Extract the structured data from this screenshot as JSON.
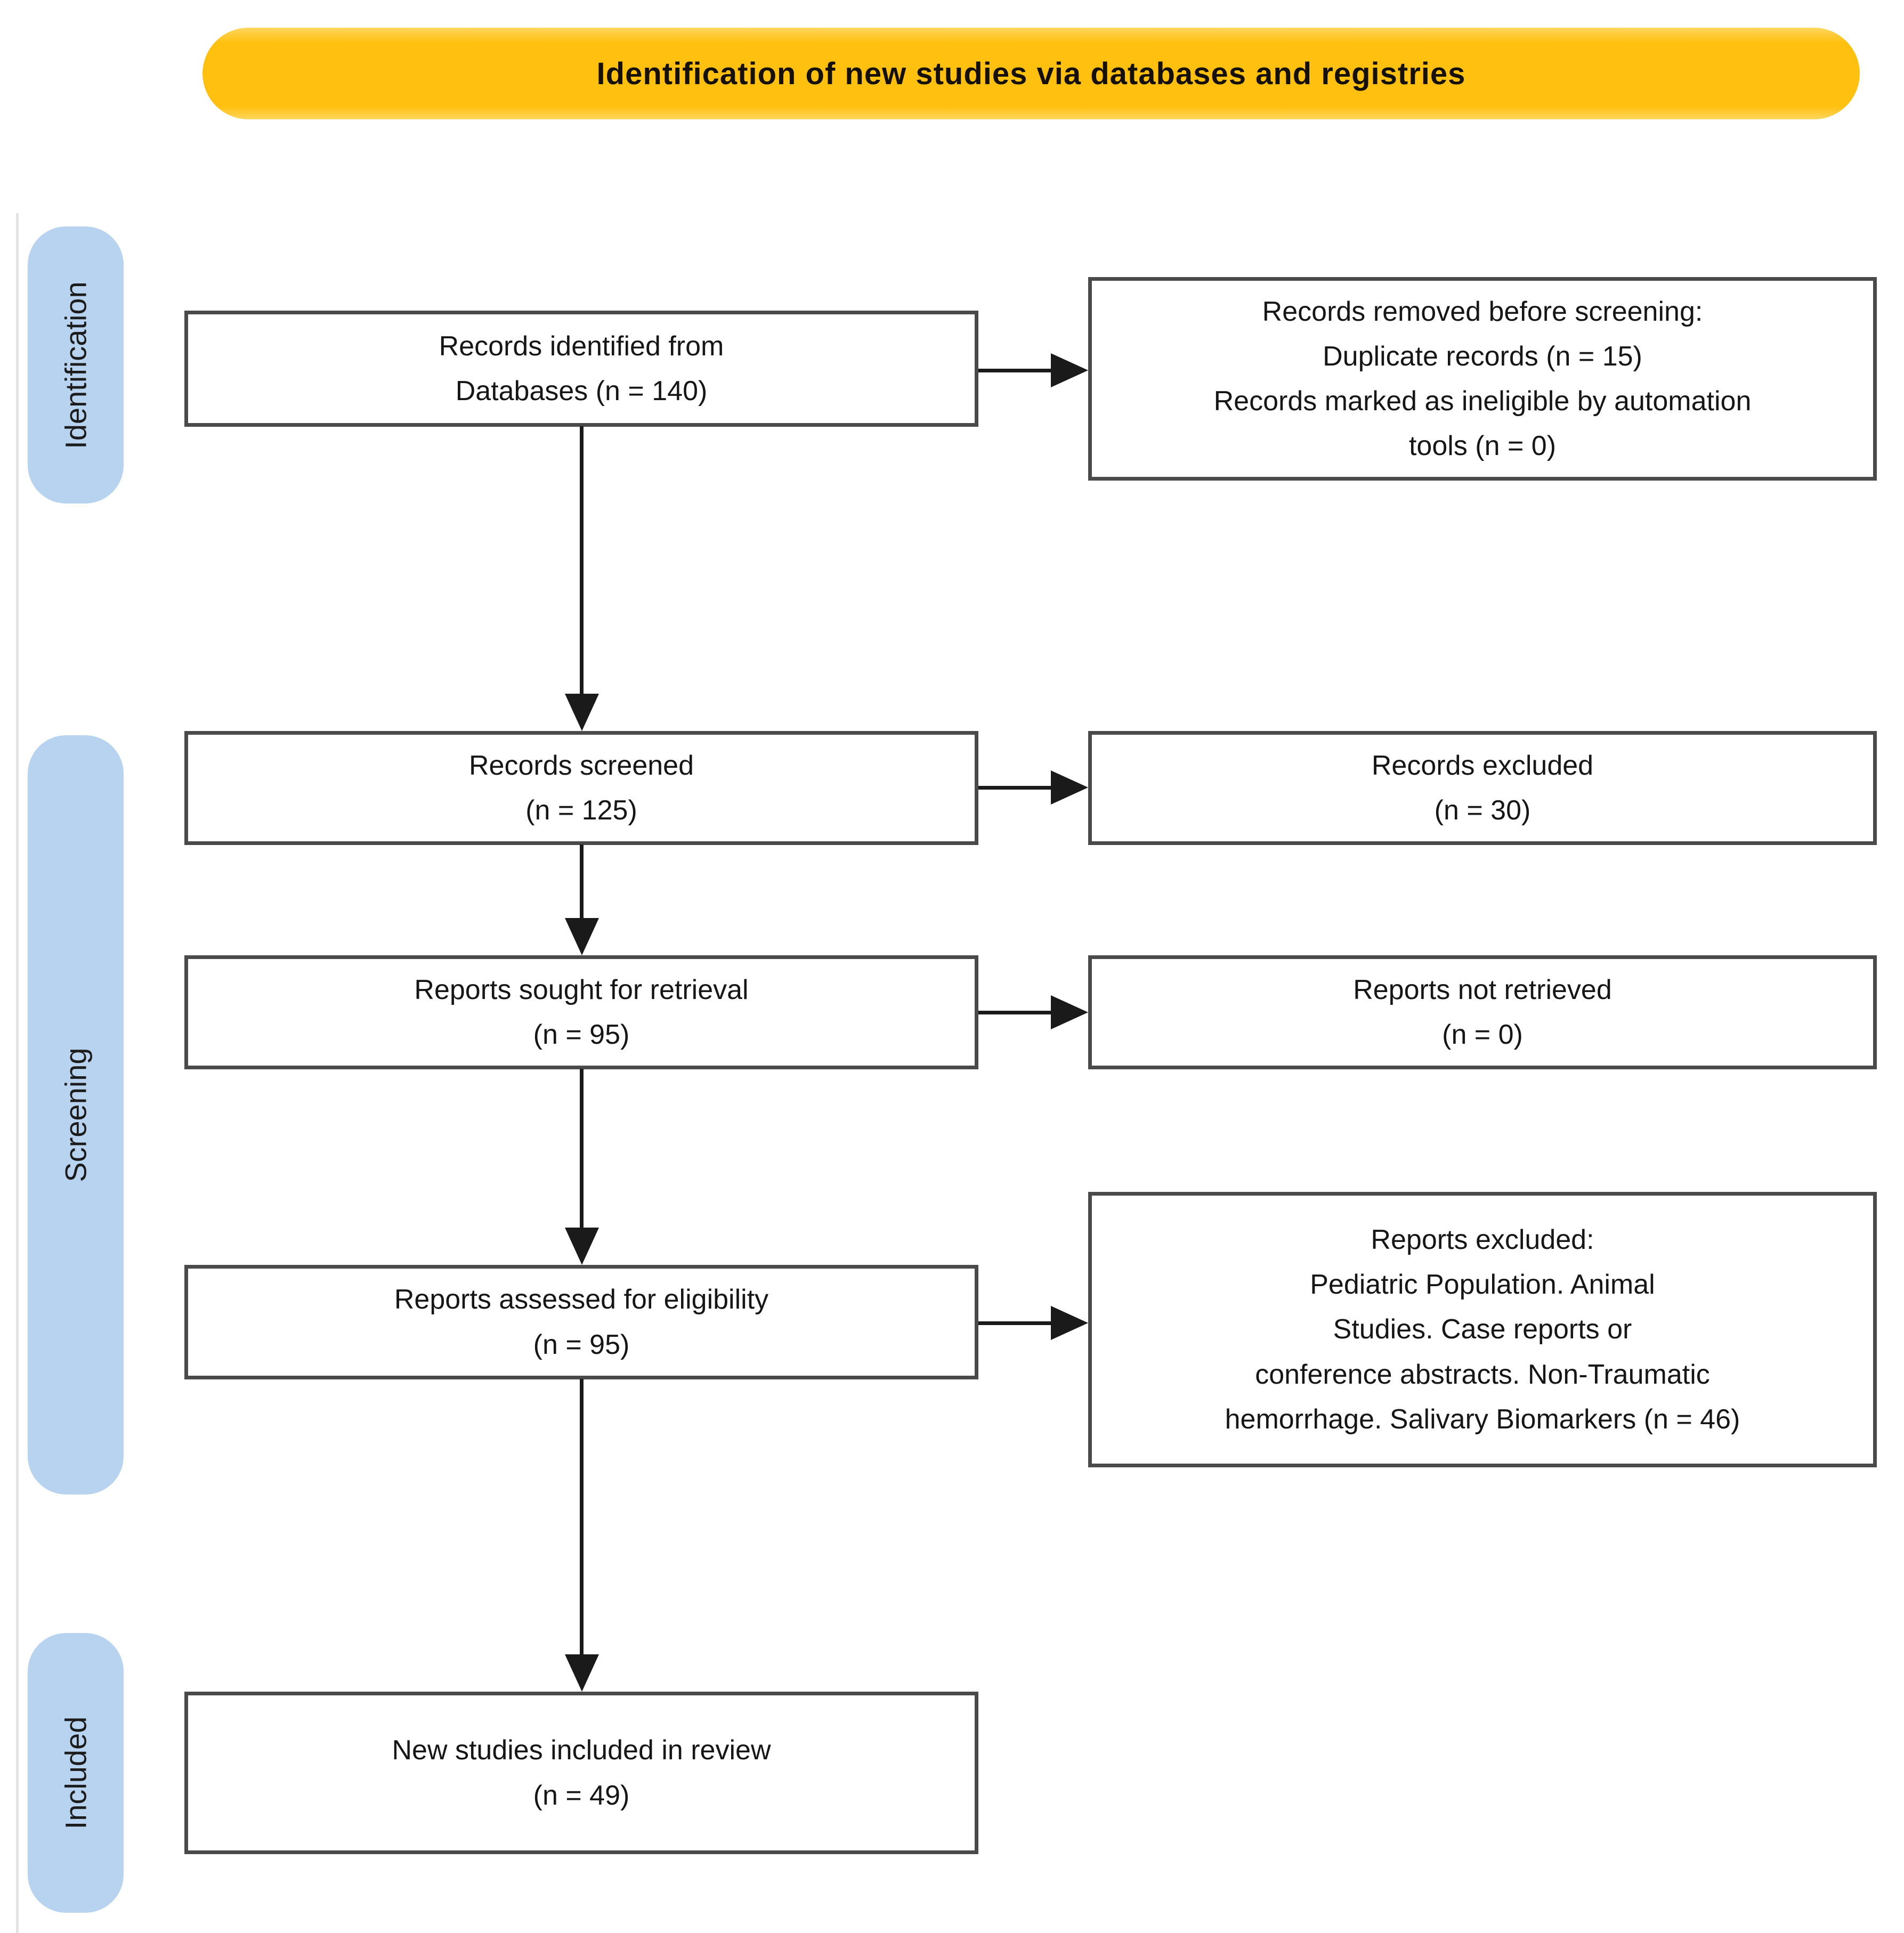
{
  "banner": {
    "title": "Identification of new studies via databases and registries"
  },
  "sidebar": {
    "stages": [
      {
        "label": "Identification"
      },
      {
        "label": "Screening"
      },
      {
        "label": "Included"
      }
    ]
  },
  "flow": {
    "boxes": {
      "identified": "Records identified from\nDatabases (n = 140)",
      "removed": "Records removed before screening:\nDuplicate records (n = 15)\nRecords marked as ineligible by automation\ntools (n = 0)",
      "screened": "Records screened\n(n = 125)",
      "records_excluded": "Records excluded\n(n = 30)",
      "sought": "Reports sought for retrieval\n(n = 95)",
      "not_retrieved": "Reports not retrieved\n(n = 0)",
      "assessed": "Reports assessed for eligibility\n(n = 95)",
      "reports_excluded": "Reports excluded:\nPediatric Population. Animal\nStudies. Case reports or\nconference abstracts. Non-Traumatic\nhemorrhage. Salivary Biomarkers (n = 46)",
      "included_studies": "New studies included in review\n(n = 49)"
    },
    "counts": {
      "records_identified": 140,
      "duplicate_records_removed": 15,
      "ineligible_by_automation": 0,
      "records_screened": 125,
      "records_excluded": 30,
      "reports_sought": 95,
      "reports_not_retrieved": 0,
      "reports_assessed": 95,
      "reports_excluded": 46,
      "new_studies_included": 49
    }
  },
  "colors": {
    "banner_bg": "#FFC010",
    "tab_bg": "#B7D3F0",
    "box_border": "#4a4a4a",
    "arrow": "#1a1a1a"
  }
}
